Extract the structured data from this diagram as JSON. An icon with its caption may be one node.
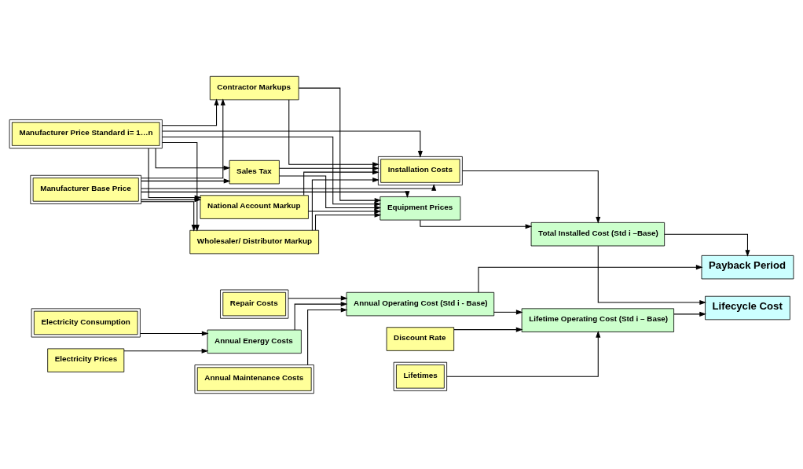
{
  "diagram": {
    "nodes": [
      {
        "text": [
          "Manufacturer Base Price"
        ]
      },
      {
        "text": [
          "Manufacturer Price Standard i= 1…n"
        ]
      },
      {
        "text": [
          "Wholesaler/ Distributor Markup"
        ]
      },
      {
        "text": [
          "National Account Markup"
        ]
      },
      {
        "text": [
          "Contractor Markups"
        ]
      },
      {
        "text": [
          "Sales Tax"
        ]
      },
      {
        "text": [
          "Equipment Prices"
        ]
      },
      {
        "text": [
          "Installation Costs"
        ]
      },
      {
        "text": [
          "Total Installed Cost (Std i –Base)"
        ]
      },
      {
        "text": [
          "Payback Period"
        ]
      },
      {
        "text": [
          "Lifecycle Cost"
        ]
      },
      {
        "text": [
          "Electricity Consumption"
        ]
      },
      {
        "text": [
          "Electricity Prices"
        ]
      },
      {
        "text": [
          "Annual Energy Costs"
        ]
      },
      {
        "text": [
          "Annual Maintenance Costs"
        ]
      },
      {
        "text": [
          "Repair Costs"
        ]
      },
      {
        "text": [
          "Annual Operating Cost (Std i - Base)"
        ]
      },
      {
        "text": [
          "Discount Rate"
        ]
      },
      {
        "text": [
          "Lifetimes"
        ]
      },
      {
        "text": [
          "Lifetime Operating Cost (Std i – Base)"
        ]
      }
    ],
    "edges": [
      {
        "from": 0,
        "to": 2,
        "arrow": "to"
      },
      {
        "from": 0,
        "to": 3,
        "arrow": "to"
      },
      {
        "from": 0,
        "to": 4,
        "arrow": "to"
      },
      {
        "from": 0,
        "to": 5,
        "arrow": "to"
      },
      {
        "from": 1,
        "to": 2,
        "arrow": "to"
      },
      {
        "from": 1,
        "to": 3,
        "arrow": "to"
      },
      {
        "from": 1,
        "to": 4,
        "arrow": "to"
      },
      {
        "from": 1,
        "to": 5,
        "arrow": "to"
      },
      {
        "from": 0,
        "to": 6,
        "arrow": "to"
      },
      {
        "from": 1,
        "to": 6,
        "arrow": "to"
      },
      {
        "from": 2,
        "to": 6,
        "arrow": "to"
      },
      {
        "from": 3,
        "to": 6,
        "arrow": "to"
      },
      {
        "from": 4,
        "to": 6,
        "arrow": "to"
      },
      {
        "from": 5,
        "to": 6,
        "arrow": "to"
      },
      {
        "from": 0,
        "to": 7,
        "arrow": "to"
      },
      {
        "from": 1,
        "to": 7,
        "arrow": "to"
      },
      {
        "from": 2,
        "to": 7,
        "arrow": "to"
      },
      {
        "from": 3,
        "to": 7,
        "arrow": "to"
      },
      {
        "from": 4,
        "to": 7,
        "arrow": "to"
      },
      {
        "from": 5,
        "to": 7,
        "arrow": "to"
      },
      {
        "from": 6,
        "to": 8,
        "arrow": "to"
      },
      {
        "from": 7,
        "to": 8,
        "arrow": "to"
      },
      {
        "from": 8,
        "to": 10,
        "arrow": "to"
      },
      {
        "from": 8,
        "to": 9,
        "arrow": "to"
      },
      {
        "from": 16,
        "to": 9,
        "arrow": "to"
      },
      {
        "from": 11,
        "to": 13,
        "arrow": "to"
      },
      {
        "from": 12,
        "to": 13,
        "arrow": "to"
      },
      {
        "from": 13,
        "to": 16,
        "arrow": "to"
      },
      {
        "from": 14,
        "to": 16,
        "arrow": "to"
      },
      {
        "from": 15,
        "to": 16,
        "arrow": "to"
      },
      {
        "from": 16,
        "to": 19,
        "arrow": "to"
      },
      {
        "from": 17,
        "to": 19,
        "arrow": "to"
      },
      {
        "from": 18,
        "to": 19,
        "arrow": "to"
      },
      {
        "from": 19,
        "to": 10,
        "arrow": "to"
      }
    ]
  }
}
